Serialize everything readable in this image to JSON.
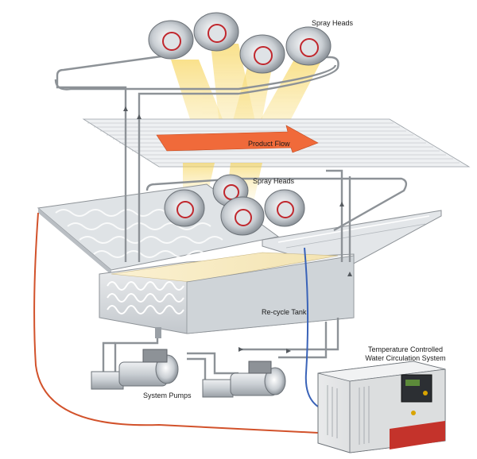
{
  "labels": {
    "spray_heads_top": "Spray Heads",
    "spray_heads_bottom": "Spray Heads",
    "product_flow": "Product Flow",
    "recycle_tank": "Re-cycle Tank",
    "system_pumps": "System Pumps",
    "tcwcs_line1": "Temperature Controlled",
    "tcwcs_line2": "Water Circulation System"
  },
  "colors": {
    "background": "#ffffff",
    "pipe": "#8d9297",
    "metal": "#c9ced3",
    "spray_light": "#f6d04a",
    "product_flow_arrow": "#f06a3a",
    "hot_water_line": "#d2522b",
    "cold_water_line": "#3a63b8",
    "unit_panel": "#d8dadc",
    "unit_base": "#c4332b"
  },
  "icons": {
    "spray_head": "spray-head-icon",
    "pump": "pump-icon",
    "control_unit": "water-circulation-unit-icon"
  }
}
